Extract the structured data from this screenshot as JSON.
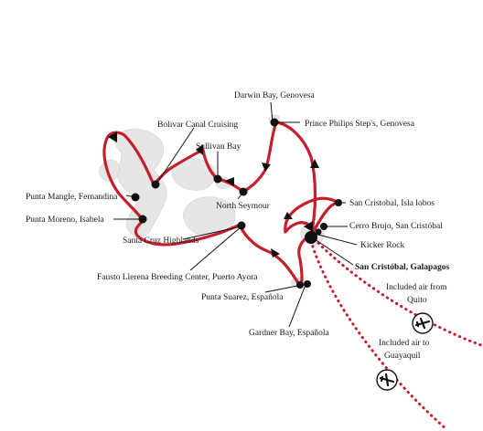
{
  "map": {
    "labels": {
      "darwin_bay": "Darwin Bay, Genovesa",
      "prince_philips_step": "Prince Philips Step's, Genovesa",
      "bolivar_canal": "Bolivar Canal Cruising",
      "sullivan_bay": "Sullivan Bay",
      "north_seymour": "North Seymour",
      "punta_mangle": "Punta Mangle, Fernandina",
      "punta_moreno": "Punta Moreno, Isabela",
      "santa_cruz_highlands": "Santa Cruz Highlands",
      "fausto_llerena": "Fausto Llerena Breeding Center, Puerto Ayora",
      "punta_suarez": "Punta Suarez, Española",
      "gardner_bay": "Gardner Bay, Española",
      "san_cristobal_lobos": "San Cristobal, Isla lobos",
      "cerro_brujo": "Cerro Brujo, San Cristóbal",
      "kicker_rock": "Kicker Rock",
      "san_cristobal_galapagos": "San Cristóbal, Galapagos",
      "air_quito_line1": "Included air from",
      "air_quito_line2": "Quito",
      "air_guayaquil_line1": "Included air to",
      "air_guayaquil_line2": "Guayaquil"
    },
    "icons": {
      "plane_quito": "airplane-icon",
      "plane_guayaquil": "airplane-icon"
    },
    "colors": {
      "route": "#c51f2d",
      "islands": "#e6e6e6",
      "stops": "#111111"
    }
  }
}
